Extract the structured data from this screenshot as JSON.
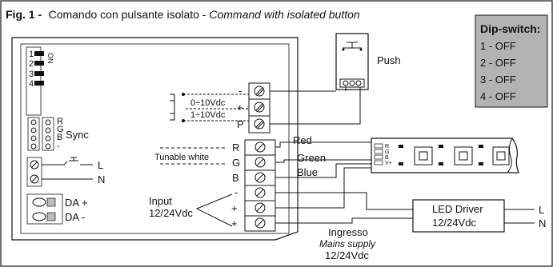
{
  "caption": {
    "fig": "Fig. 1 -",
    "it_text": "Comando con pulsante isolato - ",
    "en_text": "Command with isolated button"
  },
  "dip_switch": {
    "title": "Dip-switch:",
    "rows": [
      "1 - OFF",
      "2 - OFF",
      "3 - OFF",
      "4 - OFF"
    ],
    "bg_color": "#b3b3b3"
  },
  "controller": {
    "dip_numbers": [
      "1",
      "2",
      "3",
      "4"
    ],
    "on_label": "ON",
    "sync": {
      "pins": [
        "R",
        "G",
        "B",
        "-"
      ],
      "label": "Sync"
    },
    "push_terminal_labels": [
      "L",
      "N"
    ],
    "da_labels": [
      "DA +",
      "DA -"
    ],
    "dim_input": {
      "pins": [
        "-",
        "+",
        "P"
      ],
      "ranges": [
        "0÷10Vdc",
        "1÷10Vdc"
      ]
    },
    "output_pins": [
      "R",
      "G",
      "B",
      "-",
      "+",
      "+"
    ]
  },
  "push_label": "Push",
  "tunable_white": "Tunable white",
  "wires": {
    "red": "Red",
    "green": "Green",
    "blue": "Blue"
  },
  "strip": {
    "pins": [
      "R",
      "G",
      "B",
      "V+"
    ]
  },
  "input_label": {
    "line1": "Input",
    "line2": "12/24Vdc"
  },
  "led_driver": {
    "line1": "LED Driver",
    "line2": "12/24Vdc"
  },
  "mains": {
    "L": "L",
    "N": "N"
  },
  "ingresso": {
    "line1": "Ingresso",
    "line2": "Mains supply",
    "line3": "12/24Vdc"
  },
  "colors": {
    "stroke": "#111111",
    "dip_panel": "#b3b3b3"
  }
}
